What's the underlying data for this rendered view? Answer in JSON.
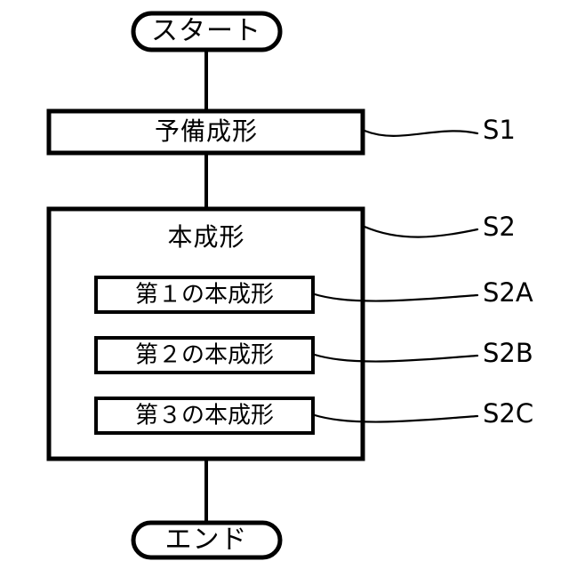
{
  "figure": {
    "type": "flowchart",
    "orientation": "vertical",
    "language": "ja",
    "background_color": "#ffffff",
    "line_color": "#000000"
  },
  "nodes": {
    "start": {
      "label": "スタート",
      "shape": "stadium"
    },
    "step_s1": {
      "label": "予備成形",
      "shape": "rectangle"
    },
    "group_s2": {
      "label": "本成形",
      "shape": "rectangle"
    },
    "sub_s2a": {
      "label": "第１の本成形",
      "shape": "rectangle"
    },
    "sub_s2b": {
      "label": "第２の本成形",
      "shape": "rectangle"
    },
    "sub_s2c": {
      "label": "第３の本成形",
      "shape": "rectangle"
    },
    "end": {
      "label": "エンド",
      "shape": "stadium"
    }
  },
  "reference_labels": {
    "s1": "S1",
    "s2": "S2",
    "s2a": "S2A",
    "s2b": "S2B",
    "s2c": "S2C"
  }
}
